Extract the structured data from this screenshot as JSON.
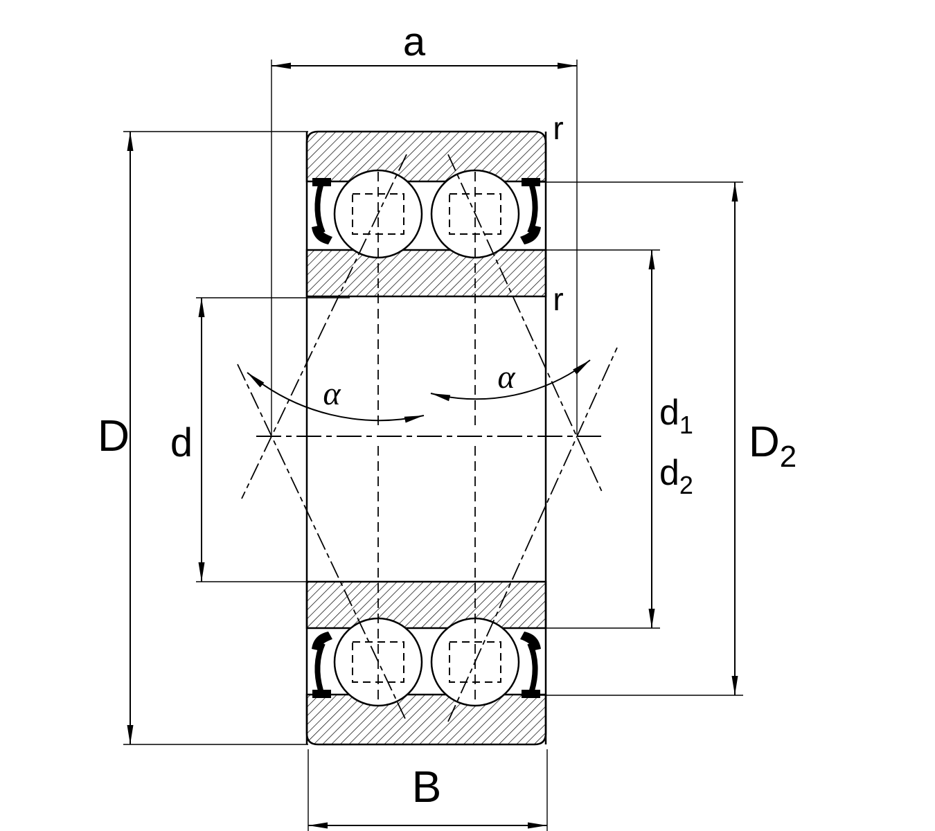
{
  "diagram": {
    "background": "#ffffff",
    "line_color": "#000000",
    "labels": {
      "a": "a",
      "r_top": "r",
      "r_bottom": "r",
      "D": "D",
      "d": "d",
      "alpha_left": "α",
      "alpha_right": "α",
      "d1": {
        "base": "d",
        "sub": "1"
      },
      "d2": {
        "base": "d",
        "sub": "2"
      },
      "D2": {
        "base": "D",
        "sub": "2"
      },
      "B": "B"
    }
  }
}
